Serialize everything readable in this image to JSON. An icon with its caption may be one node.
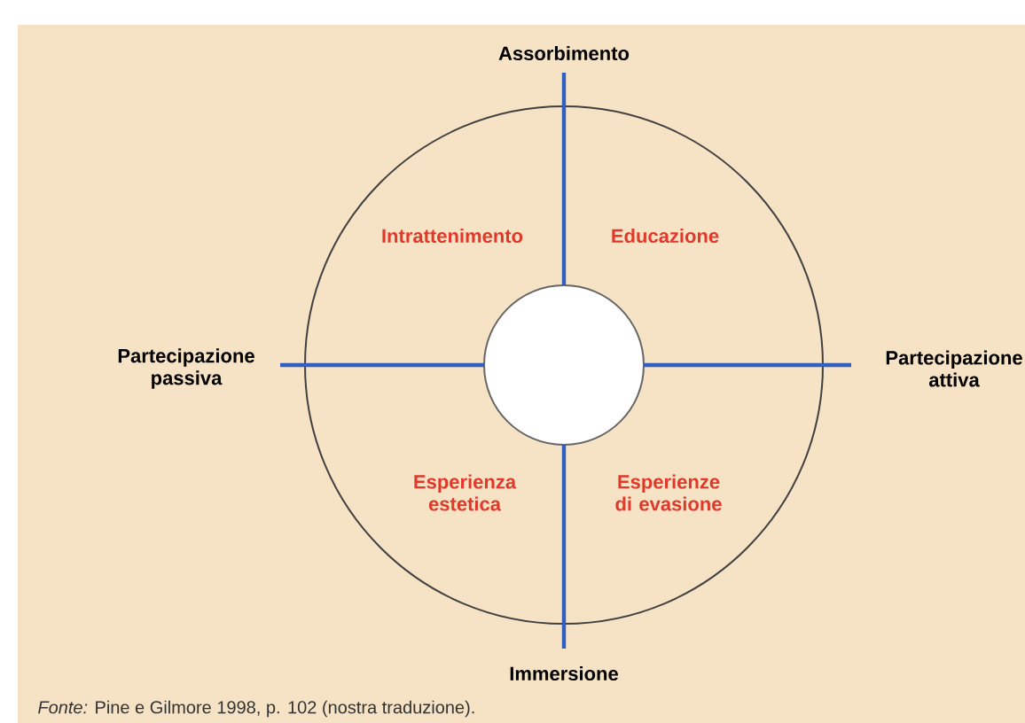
{
  "diagram": {
    "caption": "*Fonte:* Pine e Gilmore 1998, p. 102 (nostra traduzione).",
    "labels": [
      "Assorbimento",
      "Intrattenimento",
      "Educazione",
      "Partecipazione passiva",
      "Partecipazione attiva",
      "Esperienza estetica",
      "Esperienze di evasione",
      "Immersione"
    ]
  }
}
